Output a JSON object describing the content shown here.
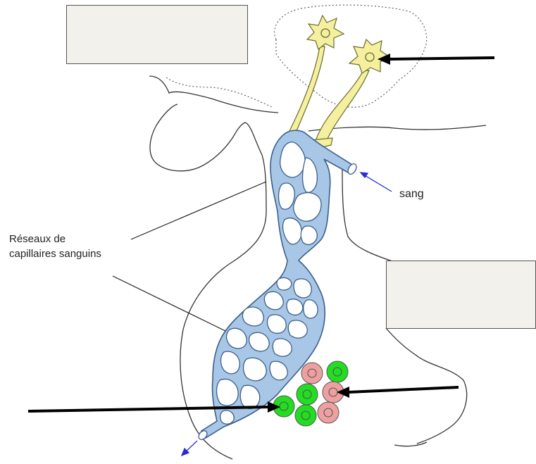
{
  "labels": {
    "capillaries_line1": "Réseaux de",
    "capillaries_line2": "capillaires sanguins",
    "blood": "sang"
  },
  "answer_boxes": {
    "top_left": "",
    "right": ""
  },
  "colors": {
    "capillary_fill": "#a8c6e6",
    "capillary_stroke": "#3a5f8c",
    "neuron_fill": "#f4f0a0",
    "neuron_stroke": "#6b6a2a",
    "cell_green": "#22dd22",
    "cell_pink": "#eea0a0",
    "arrow_blue": "#2a2ad8",
    "box_fill": "#f3f1ec"
  }
}
